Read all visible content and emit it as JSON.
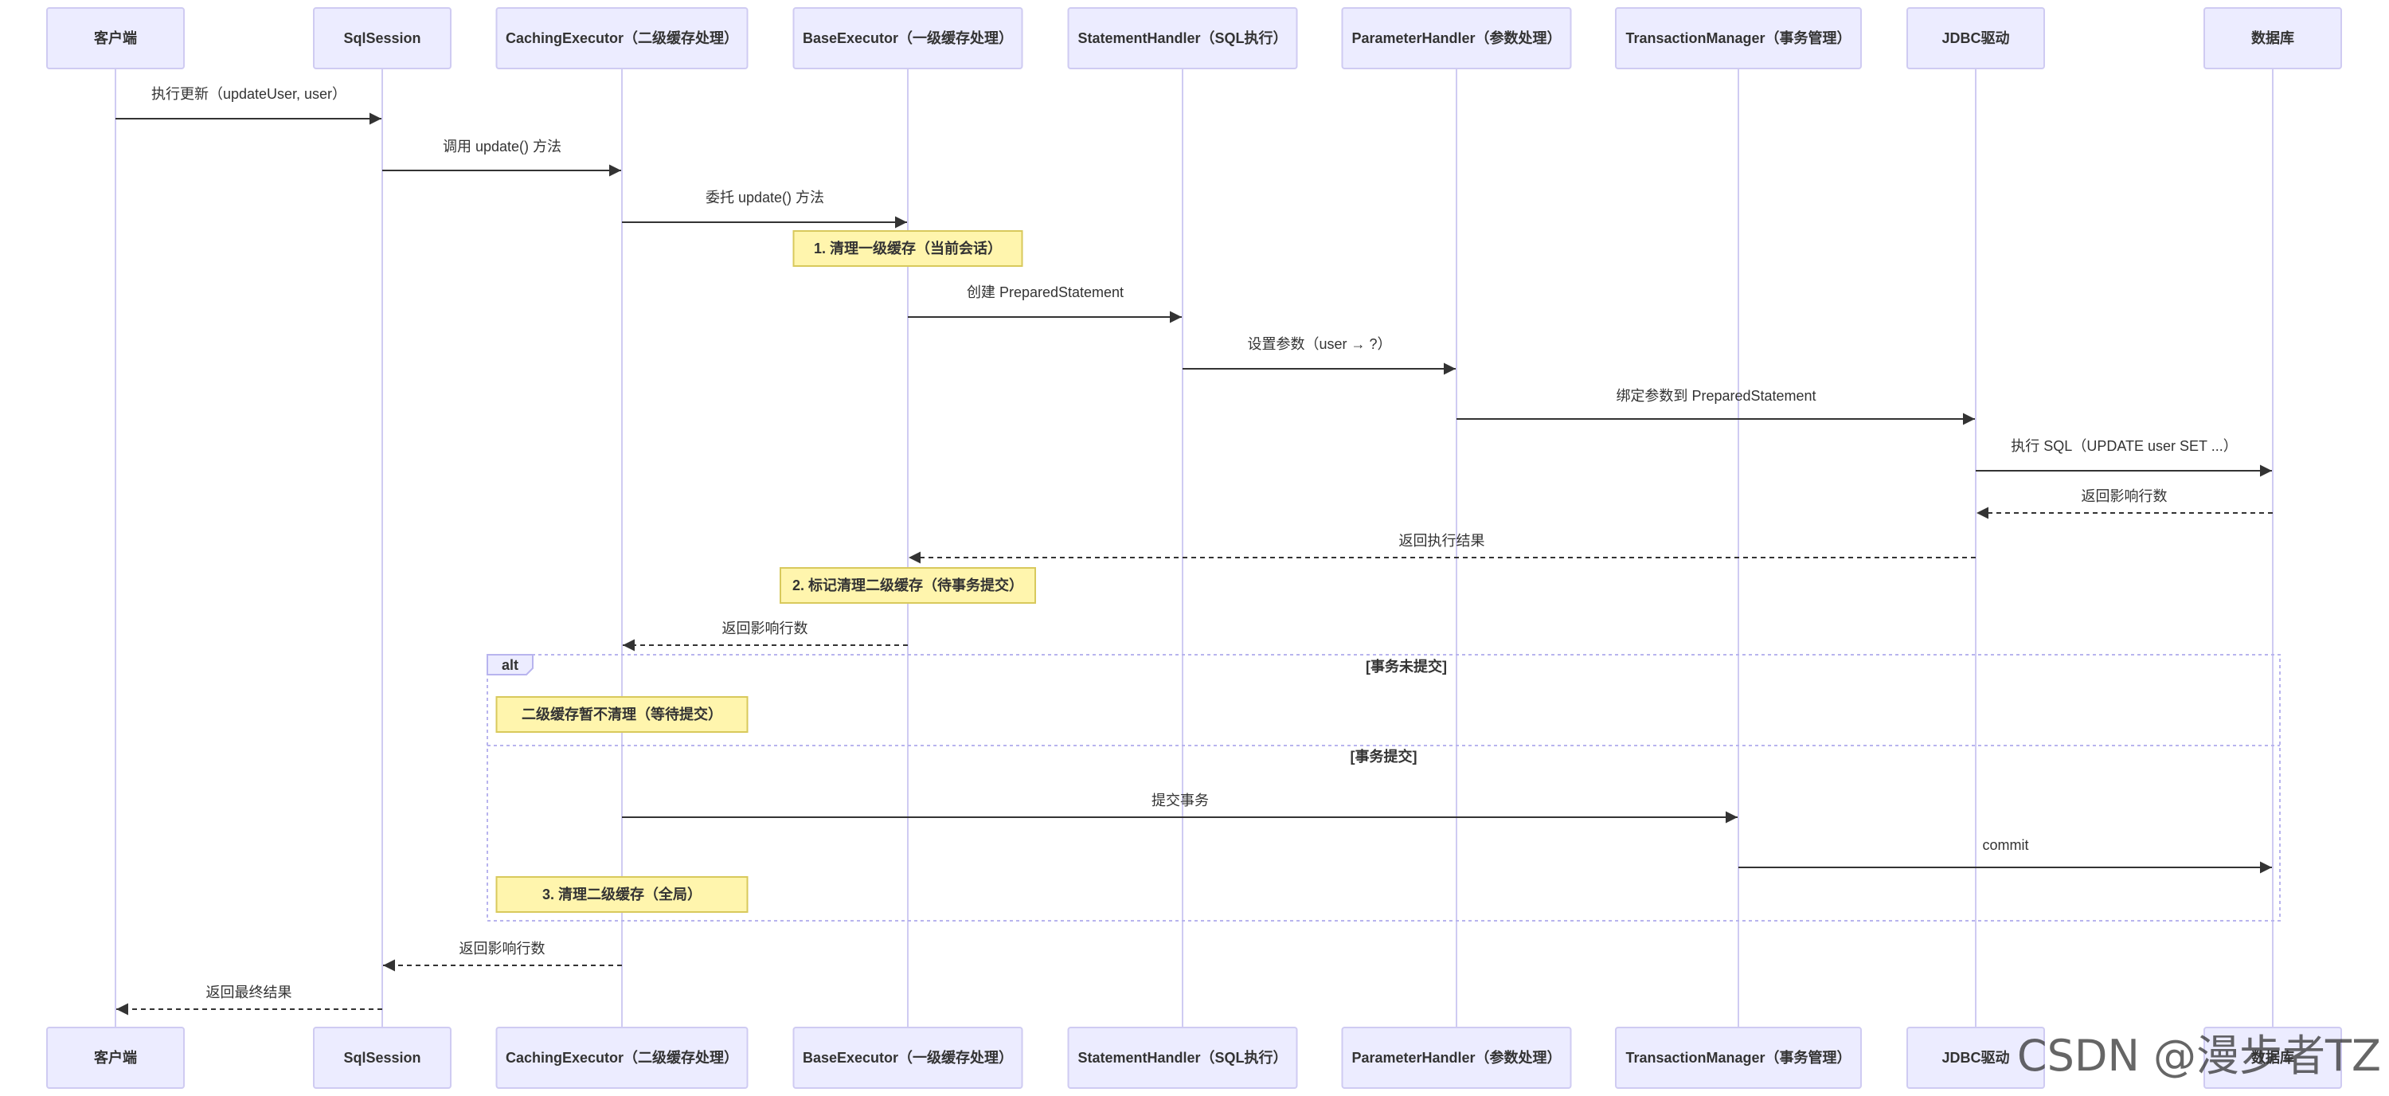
{
  "diagram": {
    "participants": [
      {
        "label": "客户端"
      },
      {
        "label": "SqlSession"
      },
      {
        "label": "CachingExecutor（二级缓存处理）"
      },
      {
        "label": "BaseExecutor（一级缓存处理）"
      },
      {
        "label": "StatementHandler（SQL执行）"
      },
      {
        "label": "ParameterHandler（参数处理）"
      },
      {
        "label": "TransactionManager（事务管理）"
      },
      {
        "label": "JDBC驱动"
      },
      {
        "label": "数据库"
      }
    ],
    "messages": [
      {
        "from": 0,
        "to": 1,
        "label": "执行更新（updateUser, user）",
        "dashed": false
      },
      {
        "from": 1,
        "to": 2,
        "label": "调用 update() 方法",
        "dashed": false
      },
      {
        "from": 2,
        "to": 3,
        "label": "委托 update() 方法",
        "dashed": false
      },
      {
        "from": 3,
        "to": 4,
        "label": "创建 PreparedStatement",
        "dashed": false
      },
      {
        "from": 4,
        "to": 5,
        "label": "设置参数（user → ?）",
        "dashed": false
      },
      {
        "from": 5,
        "to": 7,
        "label": "绑定参数到 PreparedStatement",
        "dashed": false
      },
      {
        "from": 7,
        "to": 8,
        "label": "执行 SQL（UPDATE user SET ...）",
        "dashed": false
      },
      {
        "from": 8,
        "to": 7,
        "label": "返回影响行数",
        "dashed": true
      },
      {
        "from": 7,
        "to": 3,
        "label": "返回执行结果",
        "dashed": true
      },
      {
        "from": 3,
        "to": 2,
        "label": "返回影响行数",
        "dashed": true
      },
      {
        "from": 2,
        "to": 6,
        "label": "提交事务",
        "dashed": false
      },
      {
        "from": 6,
        "to": 8,
        "label": "commit",
        "dashed": false
      },
      {
        "from": 2,
        "to": 1,
        "label": "返回影响行数",
        "dashed": true
      },
      {
        "from": 1,
        "to": 0,
        "label": "返回最终结果",
        "dashed": true
      }
    ],
    "notes": [
      {
        "over": 3,
        "text": "1. 清理一级缓存（当前会话）"
      },
      {
        "over": 3,
        "text": "2. 标记清理二级缓存（待事务提交）"
      },
      {
        "over": 2,
        "text": "二级缓存暂不清理（等待提交）"
      },
      {
        "over": 2,
        "text": "3. 清理二级缓存（全局）"
      }
    ],
    "alt": {
      "keyword": "alt",
      "branches": [
        {
          "condition": "[事务未提交]"
        },
        {
          "condition": "[事务提交]"
        }
      ]
    }
  },
  "watermark": "CSDN @漫步者TZ",
  "colors": {
    "actor_fill": "#ECECFF",
    "actor_border": "#CFCBF2",
    "lifeline": "#CFCBF2",
    "arrow": "#333333",
    "text": "#333333",
    "note_fill": "#FFF5AD",
    "note_border": "#D8C95C",
    "frame": "#B8B4EE",
    "watermark": "#9A9A9A"
  }
}
